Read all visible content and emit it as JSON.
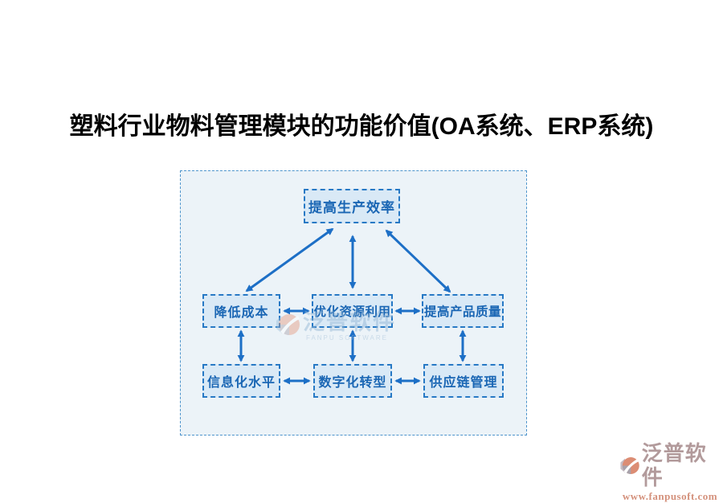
{
  "title": {
    "text": "塑料行业物料管理模块的功能价值(OA系统、ERP系统)",
    "color": "#000000"
  },
  "diagram": {
    "background": "#ecf3f8",
    "border_color": "#4d94cc",
    "node_fill": "#d9e9f6",
    "node_border_color": "#2779c5",
    "node_text_color": "#1a66b4",
    "arrow_color": "#1d6fc6",
    "nodes": {
      "top": {
        "label": "提高生产效率"
      },
      "mid_left": {
        "label": "降低成本"
      },
      "mid_center": {
        "label": "优化资源利用"
      },
      "mid_right": {
        "label": "提高产品质量"
      },
      "bottom_left": {
        "label": "信息化水平"
      },
      "bottom_center": {
        "label": "数字化转型"
      },
      "bottom_right": {
        "label": "供应链管理"
      }
    },
    "connections": [
      "提高生产效率 ↔ 降低成本",
      "提高生产效率 ↔ 优化资源利用",
      "提高生产效率 ↔ 提高产品质量",
      "降低成本 ↔ 优化资源利用",
      "优化资源利用 ↔ 提高产品质量",
      "降低成本 ↔ 信息化水平",
      "优化资源利用 ↔ 数字化转型",
      "提高产品质量 ↔ 供应链管理",
      "信息化水平 ↔ 数字化转型",
      "数字化转型 ↔ 供应链管理"
    ]
  },
  "watermark_center": {
    "brand": "泛普软件",
    "subtext": "FANPU SOFTWARE"
  },
  "footer_brand": {
    "brand": "泛普软件",
    "url": "www.fanpusoft.com",
    "brand_color": "#b29a9b",
    "url_color": "#d4917c"
  }
}
